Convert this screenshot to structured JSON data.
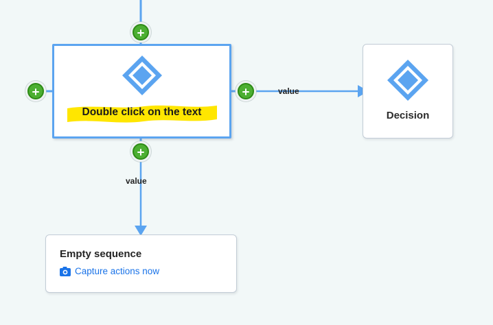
{
  "canvas": {
    "background_color": "#f2f8f8",
    "connector_color": "#5ba4f0",
    "add_button_color": "#4caf32",
    "highlight_color": "#ffe600",
    "link_color": "#1a73e8"
  },
  "nodes": {
    "selected_activity": {
      "icon": "decision-diamond-icon",
      "label": "Double click on the text",
      "selected": true
    },
    "decision": {
      "icon": "decision-diamond-icon",
      "label": "Decision"
    },
    "empty_sequence": {
      "title": "Empty sequence",
      "action_icon": "camera-icon",
      "action_label": "Capture actions now"
    }
  },
  "edges": [
    {
      "name": "edge-right-value",
      "label": "value"
    },
    {
      "name": "edge-down-value",
      "label": "value"
    }
  ],
  "add_buttons": [
    {
      "name": "add-button-top",
      "glyph": "plus-icon"
    },
    {
      "name": "add-button-left",
      "glyph": "plus-icon"
    },
    {
      "name": "add-button-right",
      "glyph": "plus-icon"
    },
    {
      "name": "add-button-bottom",
      "glyph": "plus-icon"
    }
  ]
}
